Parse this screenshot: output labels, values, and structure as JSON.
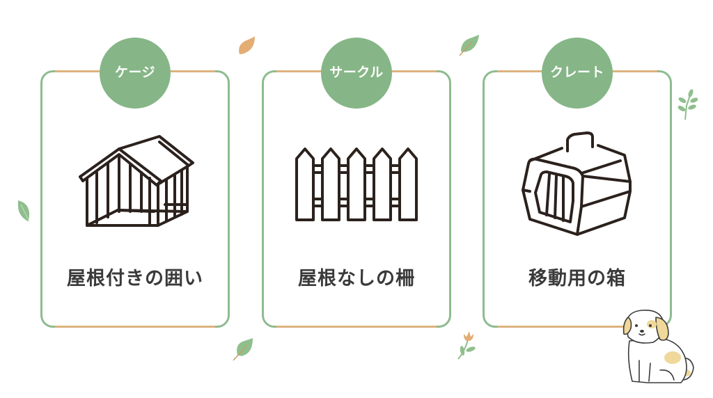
{
  "cards": [
    {
      "badge": "ケージ",
      "icon": "doghouse-cage-icon",
      "caption": "屋根付きの囲い"
    },
    {
      "badge": "サークル",
      "icon": "fence-icon",
      "caption": "屋根なしの柵"
    },
    {
      "badge": "クレート",
      "icon": "pet-carrier-icon",
      "caption": "移動用の箱"
    }
  ],
  "colors": {
    "card_border": "#8ebb8f",
    "card_accent": "#ddb27e",
    "badge_fill": "#86b687",
    "badge_text": "#ffffff",
    "caption_text": "#3a3a3a",
    "icon_stroke": "#2b211d",
    "leaf_green": "#8fbf8c",
    "leaf_orange": "#e3ad74"
  },
  "decorations": [
    "leaf-orange",
    "leaf-green",
    "sprig-green",
    "leaf-green-left",
    "leaf-green-bottom",
    "tulip-orange",
    "dog-illustration"
  ]
}
